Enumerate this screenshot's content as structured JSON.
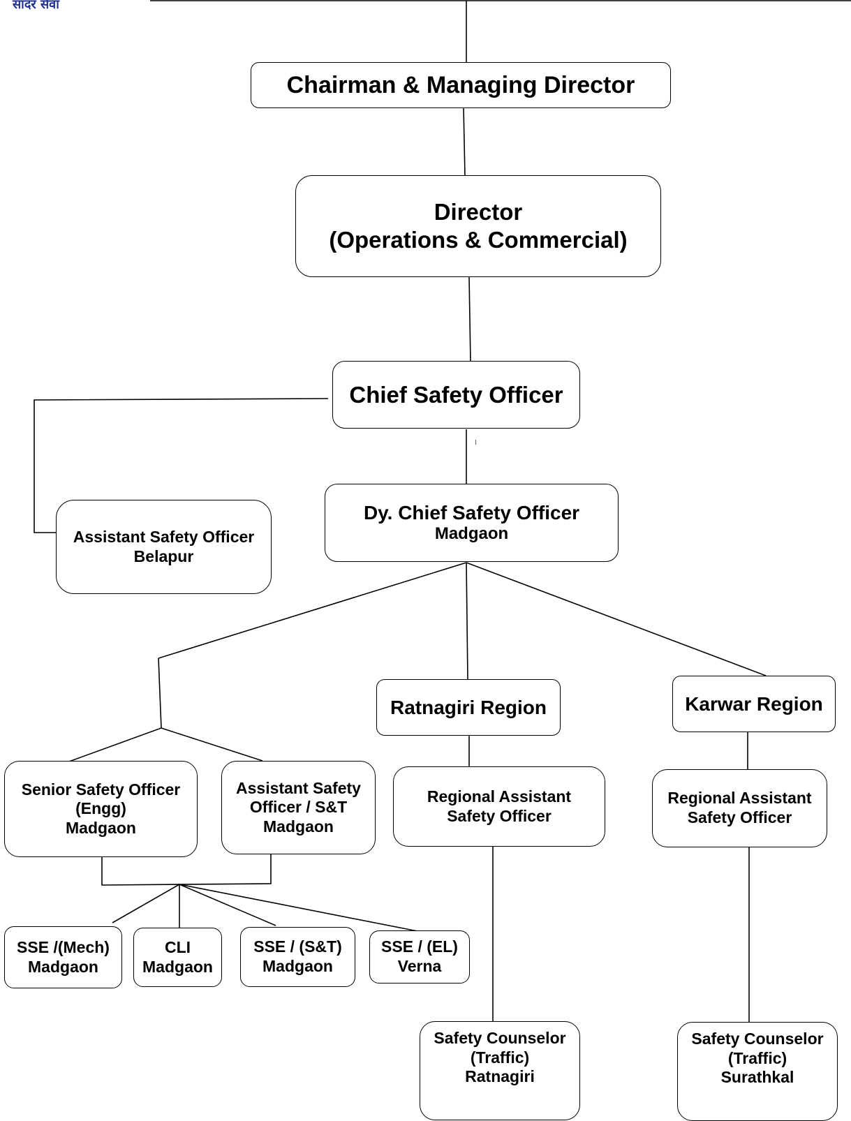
{
  "header": {
    "logo_text": "सादर सेवा"
  },
  "colors": {
    "line": "#000000",
    "box_border": "#000000",
    "logo": "#1f2f8c"
  },
  "nodes": {
    "cmd": {
      "lines": [
        "Chairman & Managing Director"
      ]
    },
    "director": {
      "lines": [
        "Director",
        "(Operations & Commercial)"
      ]
    },
    "cso": {
      "lines": [
        "Chief Safety Officer"
      ]
    },
    "dy_cso": {
      "lines": [
        "Dy. Chief Safety Officer",
        "Madgaon"
      ]
    },
    "aso_belapur": {
      "lines": [
        "Assistant Safety Officer",
        "Belapur"
      ]
    },
    "ratnagiri_region": {
      "lines": [
        "Ratnagiri Region"
      ]
    },
    "karwar_region": {
      "lines": [
        "Karwar Region"
      ]
    },
    "sso_engg": {
      "lines": [
        "Senior Safety Officer",
        "(Engg)",
        "Madgaon"
      ]
    },
    "aso_st": {
      "lines": [
        "Assistant Safety",
        "Officer / S&T",
        "Madgaon"
      ]
    },
    "raso_ratnagiri": {
      "lines": [
        "Regional Assistant",
        "Safety Officer"
      ]
    },
    "raso_karwar": {
      "lines": [
        "Regional Assistant",
        "Safety Officer"
      ]
    },
    "sse_mech": {
      "lines": [
        "SSE /(Mech)",
        "Madgaon"
      ]
    },
    "cli": {
      "lines": [
        "CLI",
        "Madgaon"
      ]
    },
    "sse_st": {
      "lines": [
        "SSE / (S&T)",
        "Madgaon"
      ]
    },
    "sse_el": {
      "lines": [
        "SSE / (EL)",
        "Verna"
      ]
    },
    "sc_ratnagiri": {
      "lines": [
        "Safety Counselor",
        "(Traffic)",
        "Ratnagiri"
      ]
    },
    "sc_surathkal": {
      "lines": [
        "Safety Counselor",
        "(Traffic)",
        "Surathkal"
      ]
    }
  }
}
